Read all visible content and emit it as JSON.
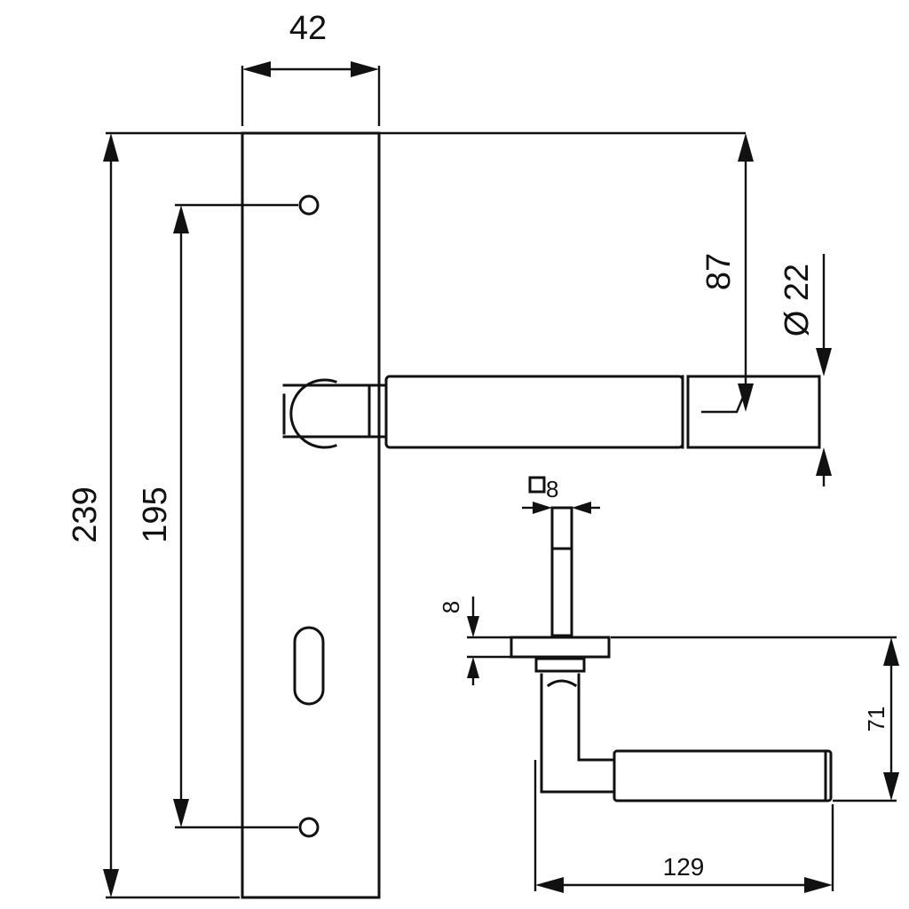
{
  "dimensions": {
    "plate_width": "42",
    "plate_height": "239",
    "hole_spacing": "195",
    "handle_height": "87",
    "handle_diameter": "Ø 22",
    "spindle": "8",
    "rose_thickness": "8",
    "projection": "71",
    "handle_length": "129"
  }
}
